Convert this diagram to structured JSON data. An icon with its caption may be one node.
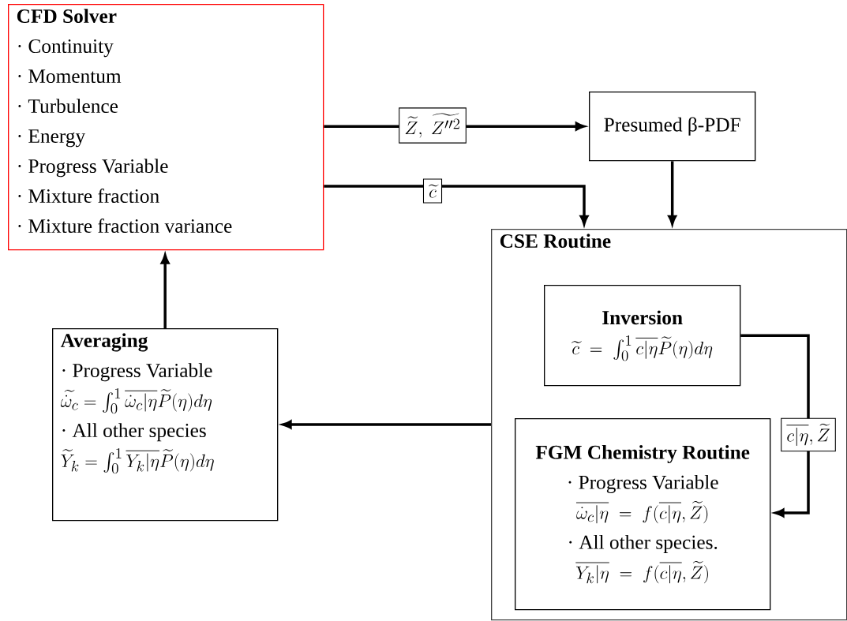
{
  "diagram": {
    "nodes": [
      {
        "text": [
          "CFD Solver",
          "· Continuity",
          "· Momentum",
          "· Turbulence",
          "· Energy",
          "· Progress Variable",
          "· Mixture fraction",
          "· Mixture fraction variance"
        ]
      },
      {
        "text": [
          "Presumed β-PDF"
        ]
      },
      {
        "text": [
          "CSE Routine"
        ]
      },
      {
        "text": [
          "Inversion",
          "\\widetilde{c}\\ =\\ \\int_0^1\\overline{c|\\eta}\\widetilde{P}(\\eta)d\\eta"
        ],
        "in": 2
      },
      {
        "text": [
          "FGM Chemistry Routine",
          "· Progress Variable",
          "\\overline{\\dot{\\omega}_c|\\eta}\\ =\\ f(\\overline{c|\\eta},\\widetilde{Z})",
          "· All other species.",
          "\\overline{Y_k|\\eta}\\ =\\ f(\\overline{c|\\eta},\\widetilde{Z})"
        ],
        "in": 2
      },
      {
        "text": [
          "Averaging",
          "· Progress Variable",
          "\\widetilde{\\dot{\\omega}_c}=\\int_0^1\\overline{\\dot{\\omega}_c|\\eta}\\widetilde{P}(\\eta)d\\eta",
          "· All other species",
          "\\widetilde{Y}_k=\\int_0^1\\overline{Y_k|\\eta}\\widetilde{P}(\\eta)d\\eta"
        ]
      }
    ],
    "edges": [
      {
        "from": 0,
        "to": 1,
        "arrow": "to",
        "label": "\\widetilde{Z},\\ \\widetilde{Z''^{2}}"
      },
      {
        "from": 0,
        "to": 2,
        "arrow": "to",
        "label": "\\widetilde{c}"
      },
      {
        "from": 1,
        "to": 2,
        "arrow": "to"
      },
      {
        "from": 3,
        "to": 4,
        "arrow": "to",
        "label": "\\overline{c|\\eta},\\widetilde{Z}"
      },
      {
        "from": 2,
        "to": 5,
        "arrow": "to"
      },
      {
        "from": 5,
        "to": 0,
        "arrow": "to"
      }
    ]
  }
}
